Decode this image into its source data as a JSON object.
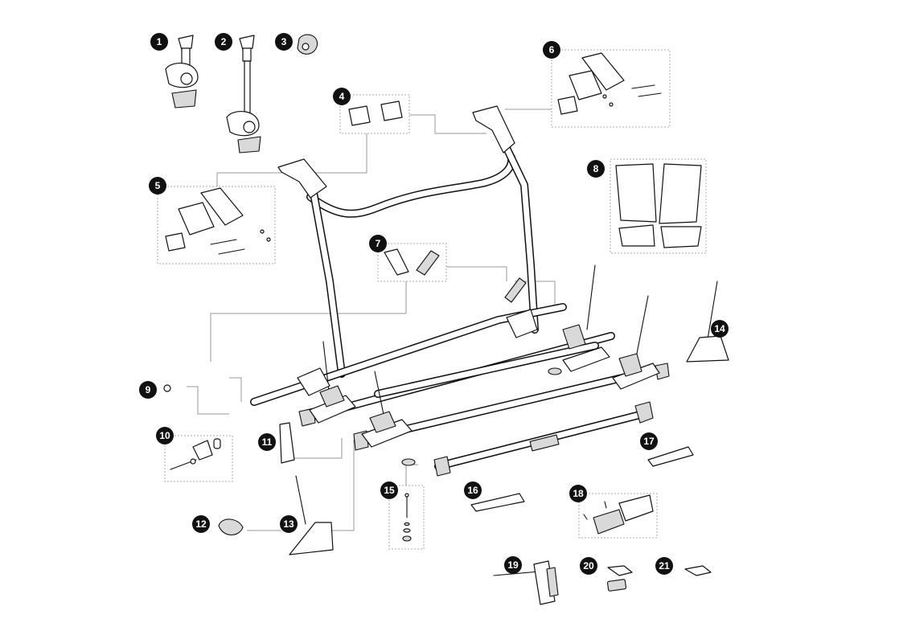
{
  "diagram": {
    "callouts": [
      {
        "id": "c1",
        "label": "1"
      },
      {
        "id": "c2",
        "label": "2"
      },
      {
        "id": "c3",
        "label": "3"
      },
      {
        "id": "c4",
        "label": "4"
      },
      {
        "id": "c5",
        "label": "5"
      },
      {
        "id": "c6",
        "label": "6"
      },
      {
        "id": "c7",
        "label": "7"
      },
      {
        "id": "c8",
        "label": "8"
      },
      {
        "id": "c9",
        "label": "9"
      },
      {
        "id": "c10",
        "label": "10"
      },
      {
        "id": "c11",
        "label": "11"
      },
      {
        "id": "c12",
        "label": "12"
      },
      {
        "id": "c13",
        "label": "13"
      },
      {
        "id": "c14",
        "label": "14"
      },
      {
        "id": "c15",
        "label": "15"
      },
      {
        "id": "c16",
        "label": "16"
      },
      {
        "id": "c17",
        "label": "17"
      },
      {
        "id": "c18",
        "label": "18"
      },
      {
        "id": "c19",
        "label": "19"
      },
      {
        "id": "c20",
        "label": "20"
      },
      {
        "id": "c21",
        "label": "21"
      }
    ],
    "colors": {
      "badge": "#111111",
      "line": "#111111",
      "leader": "#9a9a9a",
      "part_fill": "#ffffff",
      "shade": "#d9d9d9"
    }
  }
}
